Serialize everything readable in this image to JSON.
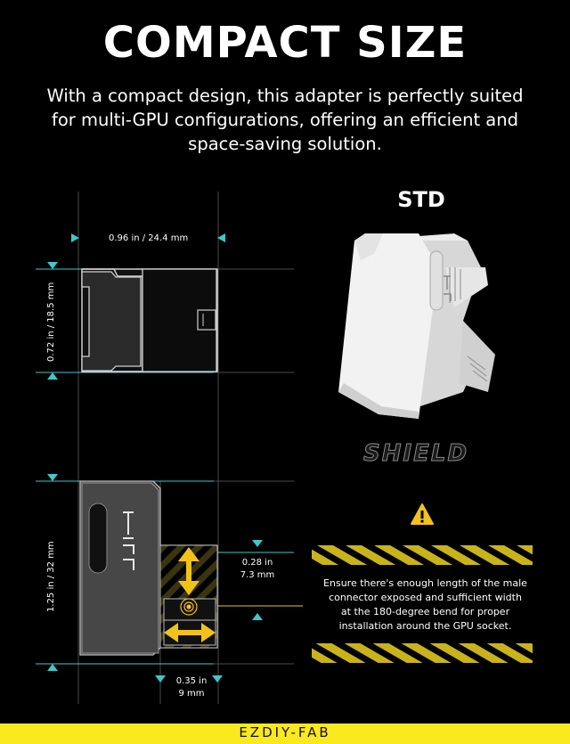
{
  "header": {
    "title": "COMPACT SIZE",
    "subtitle_lines": [
      "With a compact design, this adapter is perfectly suited",
      "for multi-GPU configurations, offering an efficient and",
      "space-saving solution."
    ]
  },
  "product": {
    "variant_label": "STD",
    "logo_text": "SHIELD"
  },
  "dimensions": {
    "width": "0.96 in / 24.4 mm",
    "height_top": "0.72 in / 18.5 mm",
    "height_bottom": "1.25 in / 32 mm",
    "offset_vertical_in": "0.28 in",
    "offset_vertical_mm": "7.3 mm",
    "offset_horizontal_in": "0.35 in",
    "offset_horizontal_mm": "9 mm"
  },
  "warning": {
    "icon": "warning-triangle-icon",
    "lines": [
      "Ensure there's enough length of the male",
      "connector exposed and sufficient width",
      "at the 180-degree bend for proper",
      "installation around the GPU socket."
    ]
  },
  "footer": {
    "brand": "EZDIY-FAB"
  },
  "colors": {
    "accent_cyan": "#3fc7c9",
    "warning_yellow": "#f2c21b",
    "footer_yellow": "#fbe91f",
    "hazard_stripe": "#c8b41a"
  }
}
